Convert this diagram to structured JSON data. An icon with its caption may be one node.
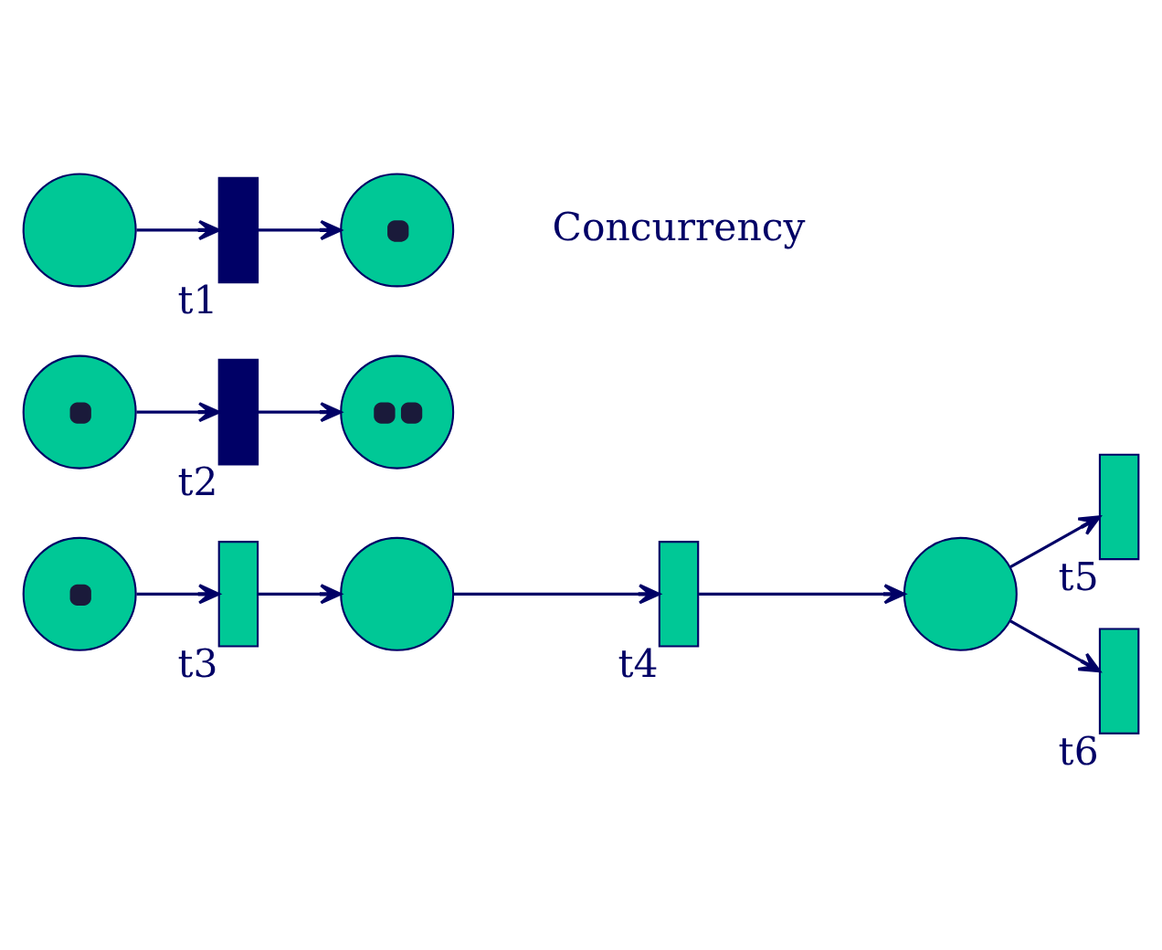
{
  "diagram": {
    "nodes": [
      {
        "text": [],
        "shape": "circle"
      },
      {
        "text": [
          "t1"
        ]
      },
      {
        "text": [],
        "shape": "circle"
      },
      {
        "text": [],
        "shape": "circle"
      },
      {
        "text": [
          "t2"
        ]
      },
      {
        "text": [],
        "shape": "circle"
      },
      {
        "text": [],
        "shape": "circle"
      },
      {
        "text": [
          "t3"
        ]
      },
      {
        "text": [],
        "shape": "circle"
      },
      {
        "text": [
          "t4"
        ]
      },
      {
        "text": [],
        "shape": "circle"
      },
      {
        "text": [
          "t5"
        ]
      },
      {
        "text": [
          "t6"
        ]
      }
    ],
    "edges": [
      {
        "from": 0,
        "to": 1,
        "arrow": "to"
      },
      {
        "from": 1,
        "to": 2,
        "arrow": "to"
      },
      {
        "from": 3,
        "to": 4,
        "arrow": "to"
      },
      {
        "from": 4,
        "to": 5,
        "arrow": "to"
      },
      {
        "from": 6,
        "to": 7,
        "arrow": "to"
      },
      {
        "from": 7,
        "to": 8,
        "arrow": "to"
      },
      {
        "from": 8,
        "to": 9,
        "arrow": "to"
      },
      {
        "from": 9,
        "to": 10,
        "arrow": "to"
      },
      {
        "from": 10,
        "to": 11,
        "arrow": "to"
      },
      {
        "from": 10,
        "to": 12,
        "arrow": "to"
      }
    ],
    "labels": [
      "Concurrency"
    ]
  }
}
